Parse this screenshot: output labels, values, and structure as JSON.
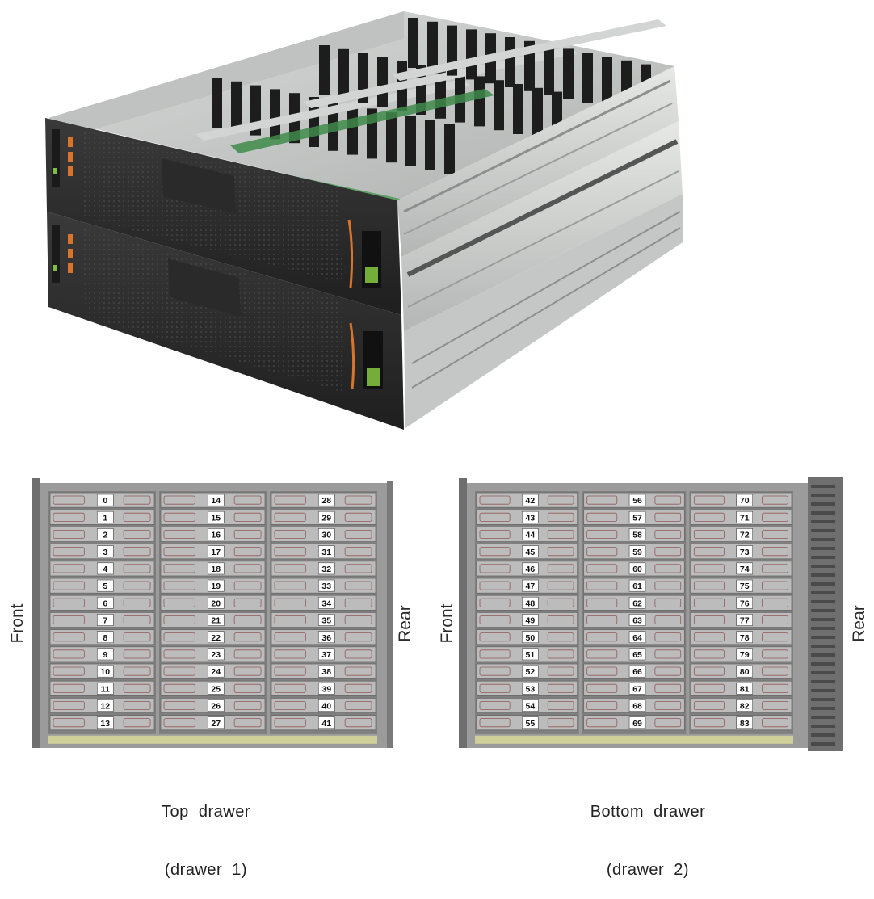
{
  "drawers": [
    {
      "id": "drawer1",
      "caption_line1": "Top  drawer",
      "caption_line2": "(drawer  1)",
      "left_label": "Front",
      "right_label": "Rear",
      "columns": [
        [
          0,
          1,
          2,
          3,
          4,
          5,
          6,
          7,
          8,
          9,
          10,
          11,
          12,
          13
        ],
        [
          14,
          15,
          16,
          17,
          18,
          19,
          20,
          21,
          22,
          23,
          24,
          25,
          26,
          27
        ],
        [
          28,
          29,
          30,
          31,
          32,
          33,
          34,
          35,
          36,
          37,
          38,
          39,
          40,
          41
        ]
      ]
    },
    {
      "id": "drawer2",
      "caption_line1": "Bottom  drawer",
      "caption_line2": "(drawer  2)",
      "left_label": "Front",
      "right_label": "Rear",
      "columns": [
        [
          42,
          43,
          44,
          45,
          46,
          47,
          48,
          49,
          50,
          51,
          52,
          53,
          54,
          55
        ],
        [
          56,
          57,
          58,
          59,
          60,
          61,
          62,
          63,
          64,
          65,
          66,
          67,
          68,
          69
        ],
        [
          70,
          71,
          72,
          73,
          74,
          75,
          76,
          77,
          78,
          79,
          80,
          81,
          82,
          83
        ]
      ]
    }
  ],
  "colors": {
    "chassis_dark": "#2a2a2a",
    "rail_metal": "#c9ccca",
    "bay_frame": "#8d8d8d",
    "drive_tray": "#b9b9b9",
    "led_orange": "#d9742b",
    "led_green": "#7fbf3f",
    "pcb_green": "#3f8a4a"
  }
}
